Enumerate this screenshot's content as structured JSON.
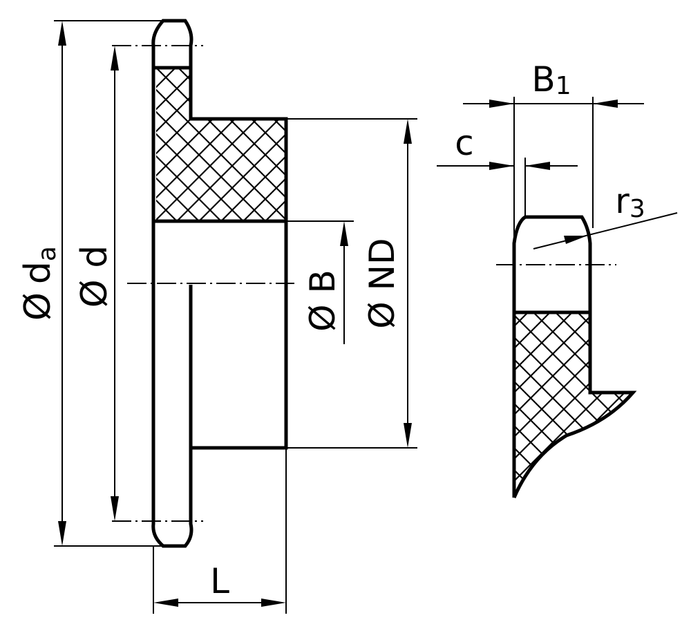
{
  "dimensions": {
    "da": {
      "symbol": "Ø",
      "letter": "d",
      "sub": "a"
    },
    "d": "Ø d",
    "B": "Ø B",
    "ND": "Ø ND",
    "L": "L",
    "B1": {
      "letter": "B",
      "sub": "1"
    },
    "c": "c",
    "r3": {
      "letter": "r",
      "sub": "3"
    }
  },
  "colors": {
    "line": "#000000",
    "background": "#ffffff"
  }
}
